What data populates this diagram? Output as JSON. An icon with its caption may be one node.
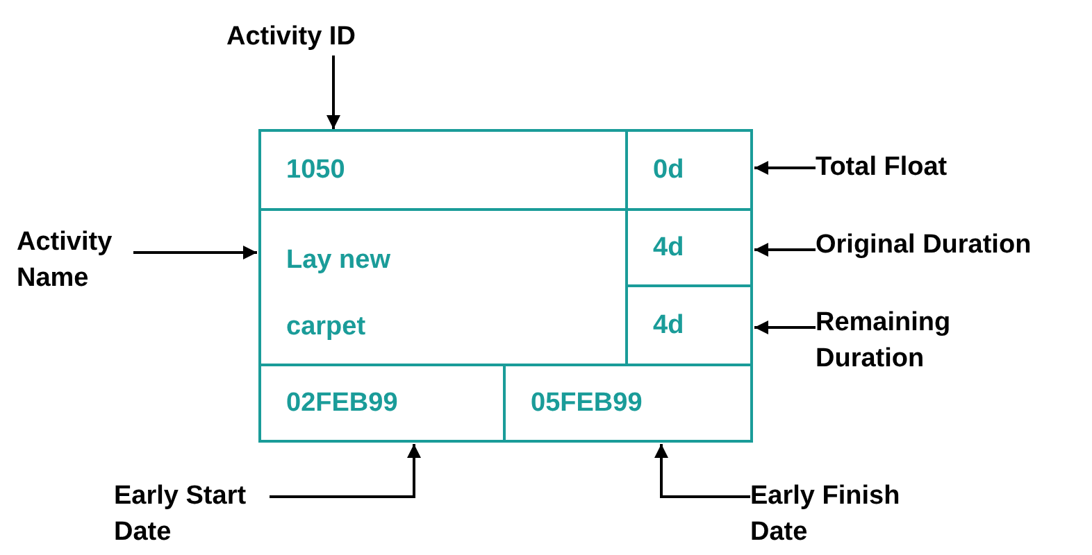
{
  "diagram": {
    "nodes": [
      {
        "text": [],
        "shape": "box"
      },
      {
        "text": [
          "1050"
        ],
        "in": 0
      },
      {
        "text": [
          "0d"
        ],
        "in": 0
      },
      {
        "text": [
          "Lay new carpet"
        ],
        "in": 0
      },
      {
        "text": [
          "4d"
        ],
        "in": 0
      },
      {
        "text": [
          "4d"
        ],
        "in": 0
      },
      {
        "text": [
          "02FEB99"
        ],
        "in": 0
      },
      {
        "text": [
          "05FEB99"
        ],
        "in": 0
      },
      {
        "text": [
          "Activity ID"
        ]
      },
      {
        "text": [
          "Total Float"
        ]
      },
      {
        "text": [
          "Activity Name"
        ]
      },
      {
        "text": [
          "Original Duration"
        ]
      },
      {
        "text": [
          "Remaining Duration"
        ]
      },
      {
        "text": [
          "Early Start Date"
        ]
      },
      {
        "text": [
          "Early Finish Date"
        ]
      }
    ],
    "edges": [
      {
        "from": 8,
        "to": 1,
        "arrow": "to"
      },
      {
        "from": 9,
        "to": 2,
        "arrow": "to"
      },
      {
        "from": 10,
        "to": 3,
        "arrow": "to"
      },
      {
        "from": 11,
        "to": 4,
        "arrow": "to"
      },
      {
        "from": 12,
        "to": 5,
        "arrow": "to"
      },
      {
        "from": 13,
        "to": 6,
        "arrow": "to"
      },
      {
        "from": 14,
        "to": 7,
        "arrow": "to"
      }
    ]
  }
}
